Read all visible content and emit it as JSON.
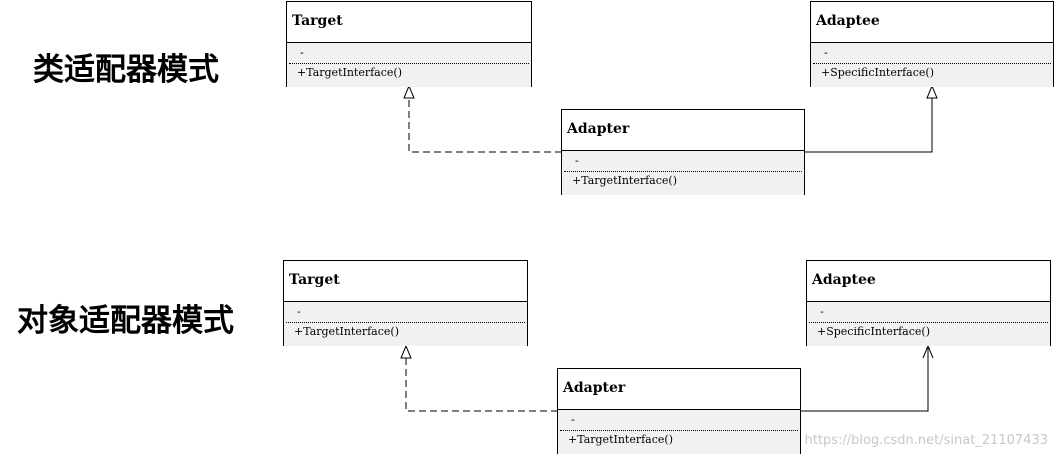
{
  "sections": [
    {
      "title": "类适配器模式",
      "target": {
        "name": "Target",
        "attribute": "-",
        "operation": "+TargetInterface()"
      },
      "adaptee": {
        "name": "Adaptee",
        "attribute": "-",
        "operation": "+SpecificInterface()"
      },
      "adapter": {
        "name": "Adapter",
        "attribute": "-",
        "operation": "+TargetInterface()"
      },
      "adapter_to_target": "realization",
      "adapter_to_adaptee": "inheritance"
    },
    {
      "title": "对象适配器模式",
      "target": {
        "name": "Target",
        "attribute": "-",
        "operation": "+TargetInterface()"
      },
      "adaptee": {
        "name": "Adaptee",
        "attribute": "-",
        "operation": "+SpecificInterface()"
      },
      "adapter": {
        "name": "Adapter",
        "attribute": "-",
        "operation": "+TargetInterface()"
      },
      "adapter_to_target": "realization",
      "adapter_to_adaptee": "association"
    }
  ],
  "watermark": "https://blog.csdn.net/sinat_21107433"
}
